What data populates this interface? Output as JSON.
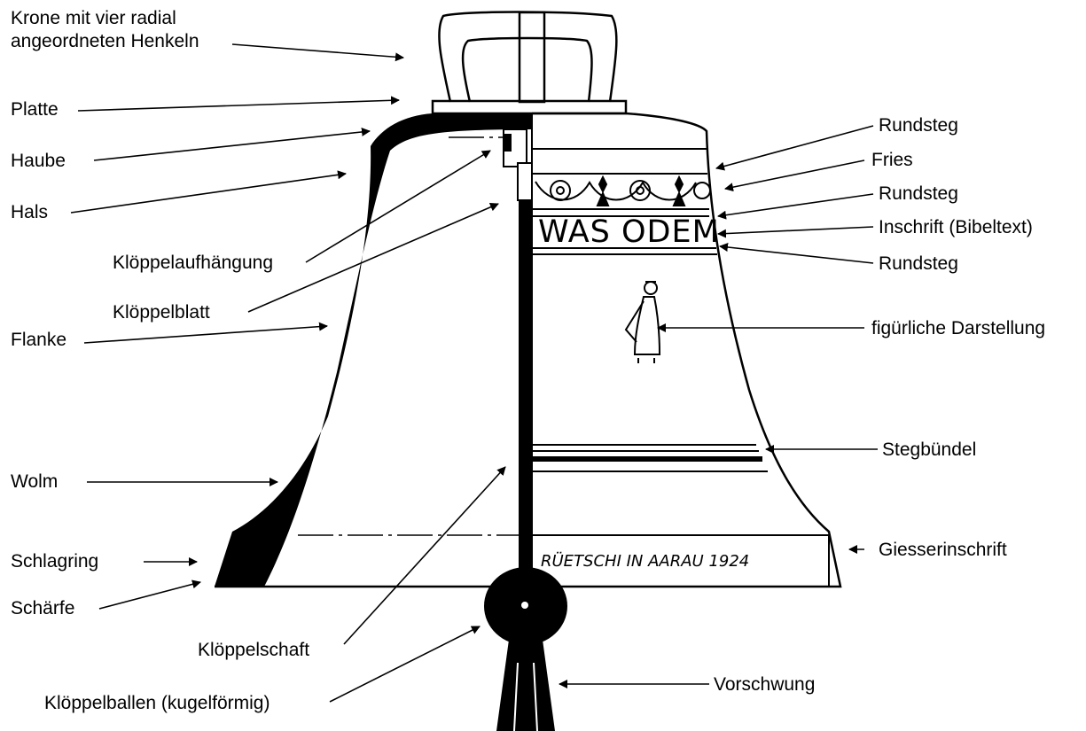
{
  "labels": {
    "krone": "Krone mit vier radial angeordneten Henkeln",
    "krone_line1": "Krone mit vier radial",
    "krone_line2": "angeordneten Henkeln",
    "platte": "Platte",
    "haube": "Haube",
    "hals": "Hals",
    "kloeppelaufhaengung": "Klöppelaufhängung",
    "kloeppelblatt": "Klöppelblatt",
    "flanke": "Flanke",
    "wolm": "Wolm",
    "schlagring": "Schlagring",
    "schaerfe": "Schärfe",
    "kloeppelschaft": "Klöppelschaft",
    "kloeppelballen": "Klöppelballen (kugelförmig)",
    "rundsteg_1": "Rundsteg",
    "fries": "Fries",
    "rundsteg_2": "Rundsteg",
    "inschrift": "Inschrift (Bibeltext)",
    "rundsteg_3": "Rundsteg",
    "figur": "figürliche Darstellung",
    "stegbuendel": "Stegbündel",
    "giesserinschrift": "Giesserinschrift",
    "vorschwung": "Vorschwung"
  },
  "bell_text": {
    "bible_inscription": "WAS ODEM",
    "founder_inscription": "RÜETSCHI IN AARAU 1924"
  },
  "colors": {
    "ink": "#000000",
    "paper": "#ffffff"
  }
}
